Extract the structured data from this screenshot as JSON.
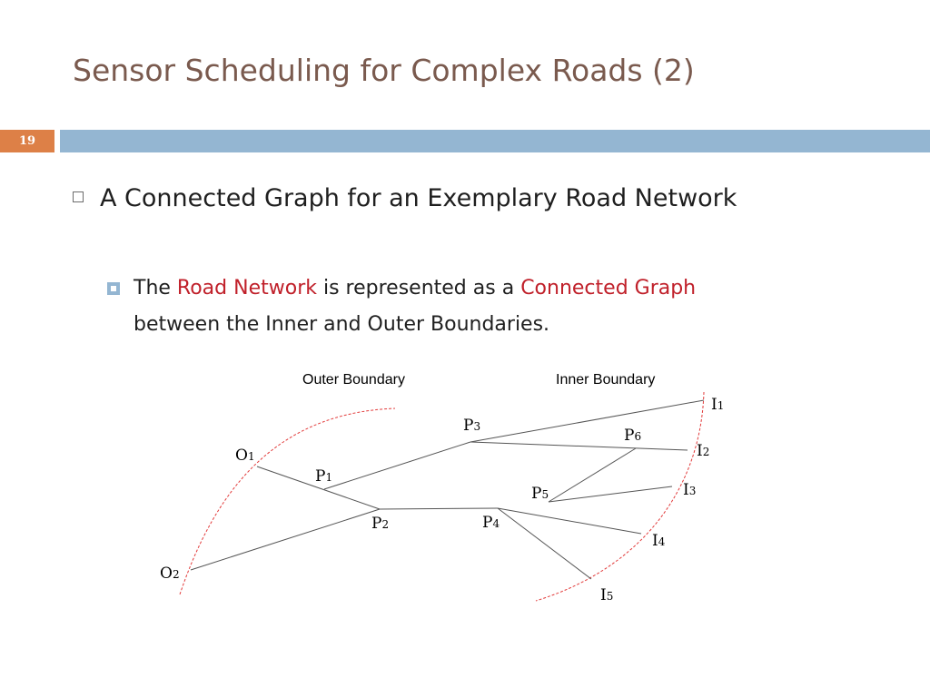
{
  "slide": {
    "title": "Sensor Scheduling for Complex Roads (2)",
    "slide_number": "19",
    "colors": {
      "title": "#7a5a4e",
      "accent_orange": "#dd8047",
      "accent_blue": "#94b6d2",
      "highlight_red": "#c0202a"
    }
  },
  "bullets": {
    "level1": "A Connected Graph for an Exemplary Road Network",
    "level2": {
      "t1": "The ",
      "h1": "Road Network",
      "t2": " is represented as a ",
      "h2": "Connected Graph",
      "t3": " between the Inner and Outer Boundaries."
    }
  },
  "diagram": {
    "boundary_labels": {
      "outer": "Outer Boundary",
      "inner": "Inner Boundary"
    },
    "nodes": {
      "O1": {
        "letter": "O",
        "sub": "1"
      },
      "O2": {
        "letter": "O",
        "sub": "2"
      },
      "P1": {
        "letter": "P",
        "sub": "1"
      },
      "P2": {
        "letter": "P",
        "sub": "2"
      },
      "P3": {
        "letter": "P",
        "sub": "3"
      },
      "P4": {
        "letter": "P",
        "sub": "4"
      },
      "P5": {
        "letter": "P",
        "sub": "5"
      },
      "P6": {
        "letter": "P",
        "sub": "6"
      },
      "I1": {
        "letter": "I",
        "sub": "1"
      },
      "I2": {
        "letter": "I",
        "sub": "2"
      },
      "I3": {
        "letter": "I",
        "sub": "3"
      },
      "I4": {
        "letter": "I",
        "sub": "4"
      },
      "I5": {
        "letter": "I",
        "sub": "5"
      }
    },
    "edges": [
      [
        "O1",
        "P2"
      ],
      [
        "P1",
        "P3"
      ],
      [
        "O2",
        "P2"
      ],
      [
        "P2",
        "P4"
      ],
      [
        "P3",
        "I1"
      ],
      [
        "P3",
        "I2"
      ],
      [
        "P5",
        "P6"
      ],
      [
        "P5",
        "I3"
      ],
      [
        "P4",
        "I4"
      ],
      [
        "P4",
        "I5"
      ]
    ]
  }
}
